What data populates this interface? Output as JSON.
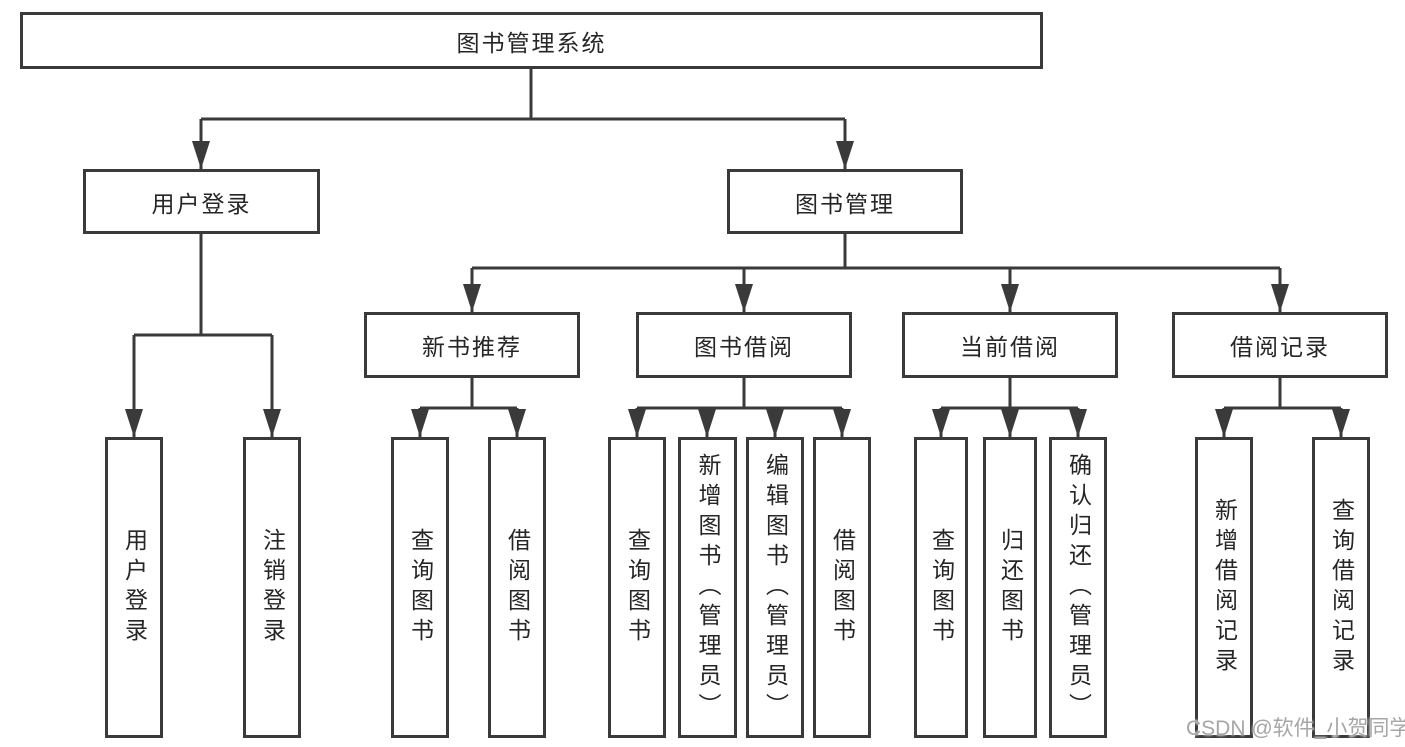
{
  "diagram": {
    "root": {
      "label": "图书管理系统"
    },
    "level2": [
      {
        "label": "用户登录"
      },
      {
        "label": "图书管理"
      }
    ],
    "level3": [
      {
        "label": "新书推荐"
      },
      {
        "label": "图书借阅"
      },
      {
        "label": "当前借阅"
      },
      {
        "label": "借阅记录"
      }
    ],
    "leaves": {
      "user_login": [
        "用户登录",
        "注销登录"
      ],
      "new_books": [
        "查询图书",
        "借阅图书"
      ],
      "borrow": [
        "查询图书",
        "新增图书（管理员）",
        "编辑图书（管理员）",
        "借阅图书"
      ],
      "current": [
        "查询图书",
        "归还图书",
        "确认归还（管理员）"
      ],
      "records": [
        "新增借阅记录",
        "查询借阅记录"
      ]
    }
  },
  "watermark": "CSDN @软件_小贺同学",
  "colors": {
    "line": "#3a3a3a",
    "box_background": "#ffffff",
    "text": "#262626",
    "watermark": "#a6a6a6"
  }
}
